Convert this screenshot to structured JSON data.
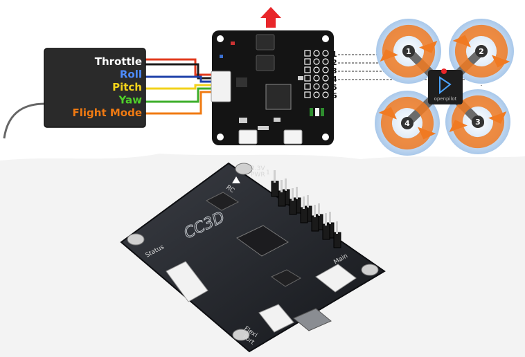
{
  "receiver": {
    "channels": [
      {
        "label": "Throttle",
        "color": "#ffffff"
      },
      {
        "label": "Roll",
        "color": "#4d8cff"
      },
      {
        "label": "Pitch",
        "color": "#f2d21a"
      },
      {
        "label": "Yaw",
        "color": "#4fd02a"
      },
      {
        "label": "Flight Mode",
        "color": "#f07a12"
      }
    ],
    "wire_colors": [
      "#e23a1c",
      "#1a1a1a",
      "#1d3fa8",
      "#f2d21a",
      "#3cae2a",
      "#f07a12"
    ]
  },
  "controller": {
    "output_pins": [
      "1",
      "2",
      "3",
      "4",
      "5",
      "6"
    ],
    "arrow_color": "#e8262a"
  },
  "quad": {
    "motors": [
      "1",
      "2",
      "3",
      "4"
    ],
    "logo_text": "openpilot",
    "prop_color": "#f07a22",
    "disc_color": "#a9c8ea"
  },
  "board_photo": {
    "name_text": "CC3D",
    "labels": [
      "Status",
      "RC",
      "Flexi",
      "Port",
      "3.3V",
      "PWR",
      "1",
      "Main"
    ]
  }
}
